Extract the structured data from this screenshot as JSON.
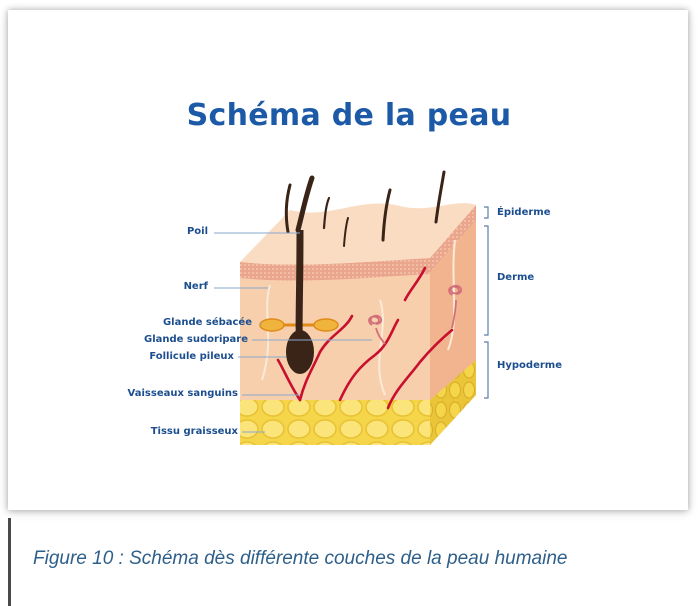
{
  "title": "Schéma de la peau",
  "labels_left": {
    "poil": "Poil",
    "nerf": "Nerf",
    "glande_sebacee": "Glande sébacée",
    "glande_sudoripare": "Glande sudoripare",
    "follicule_pileux": "Follicule pileux",
    "vaisseaux_sanguins": "Vaisseaux sanguins",
    "tissu_graisseux": "Tissu graisseux"
  },
  "labels_right": {
    "epiderme": "Épiderme",
    "derme": "Derme",
    "hypoderme": "Hypoderme"
  },
  "caption": "Figure 10 : Schéma dès différente couches de la peau humaine",
  "colors": {
    "title": "#1c5aa8",
    "label": "#1c4e8f",
    "skin": "#f6c9a2",
    "epidermis_band": "#e8a58a",
    "fat": "#f5d54a",
    "vessel": "#c8102e",
    "hair": "#3a2418",
    "caption": "#2e5f8a"
  }
}
